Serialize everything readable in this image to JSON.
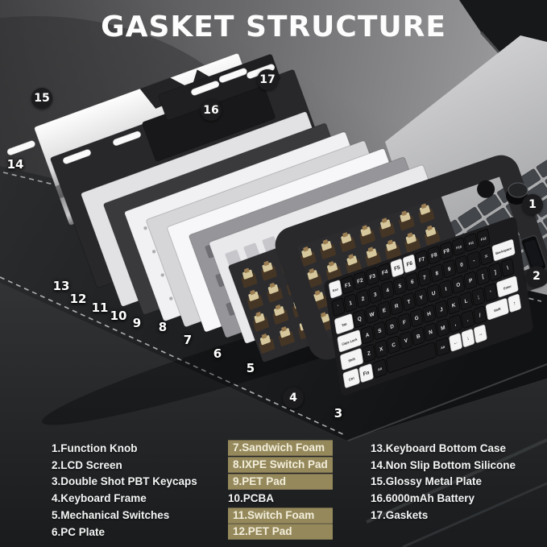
{
  "title": "GASKET STRUCTURE",
  "callouts": [
    {
      "n": "1"
    },
    {
      "n": "2"
    },
    {
      "n": "3"
    },
    {
      "n": "4"
    },
    {
      "n": "5"
    },
    {
      "n": "6"
    },
    {
      "n": "7"
    },
    {
      "n": "8"
    },
    {
      "n": "9"
    },
    {
      "n": "10"
    },
    {
      "n": "11"
    },
    {
      "n": "12"
    },
    {
      "n": "13"
    },
    {
      "n": "14"
    },
    {
      "n": "15"
    },
    {
      "n": "16"
    },
    {
      "n": "17"
    }
  ],
  "legend": {
    "highlight_color": "#95895c",
    "columns": [
      {
        "items": [
          {
            "num": "1",
            "label": "Function Knob",
            "hl": false
          },
          {
            "num": "2",
            "label": "LCD Screen",
            "hl": false
          },
          {
            "num": "3",
            "label": "Double Shot PBT Keycaps",
            "hl": false
          },
          {
            "num": "4",
            "label": "Keyboard Frame",
            "hl": false
          },
          {
            "num": "5",
            "label": "Mechanical Switches",
            "hl": false
          },
          {
            "num": "6",
            "label": "PC Plate",
            "hl": false
          }
        ]
      },
      {
        "items": [
          {
            "num": "7",
            "label": "Sandwich Foam",
            "hl": true
          },
          {
            "num": "8",
            "label": "IXPE Switch Pad",
            "hl": true
          },
          {
            "num": "9",
            "label": "PET Pad",
            "hl": true
          },
          {
            "num": "10",
            "label": "PCBA",
            "hl": false
          },
          {
            "num": "11",
            "label": "Switch Foam",
            "hl": true
          },
          {
            "num": "12",
            "label": "PET Pad",
            "hl": true
          }
        ]
      },
      {
        "items": [
          {
            "num": "13",
            "label": "Keyboard Bottom Case",
            "hl": false
          },
          {
            "num": "14",
            "label": "Non Slip Bottom Silicone",
            "hl": false
          },
          {
            "num": "15",
            "label": "Glossy Metal Plate",
            "hl": false
          },
          {
            "num": "16",
            "label": "6000mAh Battery",
            "hl": false
          },
          {
            "num": "17",
            "label": "Gaskets",
            "hl": false
          }
        ]
      }
    ]
  },
  "keyboard": {
    "rows": [
      [
        "*Esc",
        "F1",
        "F2",
        "F3",
        "F4",
        "*F5",
        "*F6",
        "F7",
        "F8",
        "F9",
        "F10",
        "F11",
        "F12"
      ],
      [
        "`",
        "1",
        "2",
        "3",
        "4",
        "5",
        "6",
        "7",
        "8",
        "9",
        "0",
        "-",
        "=",
        "*Backspace"
      ],
      [
        "*Tab",
        "Q",
        "W",
        "E",
        "R",
        "T",
        "Y",
        "U",
        "I",
        "O",
        "P",
        "[",
        "]",
        "\\"
      ],
      [
        "*Caps Lock",
        "A",
        "S",
        "D",
        "F",
        "G",
        "H",
        "J",
        "K",
        "L",
        ";",
        "'",
        "*Enter"
      ],
      [
        "*Shift",
        "Z",
        "X",
        "C",
        "V",
        "B",
        "N",
        "M",
        ",",
        ".",
        "/",
        "*Shift",
        "*↑"
      ],
      [
        "*Ctrl",
        "*Fn",
        "Alt",
        "Space",
        "Alt",
        "*←",
        "*↓",
        "*→"
      ]
    ]
  },
  "colors": {
    "legend_highlight": "#95895c",
    "badge_bg": "#1c1c1e",
    "mat": "#1b1d1f",
    "switch_tan": "#d6c89c",
    "keycap_black": "#18181a",
    "keycap_white": "#f4f4f4"
  }
}
